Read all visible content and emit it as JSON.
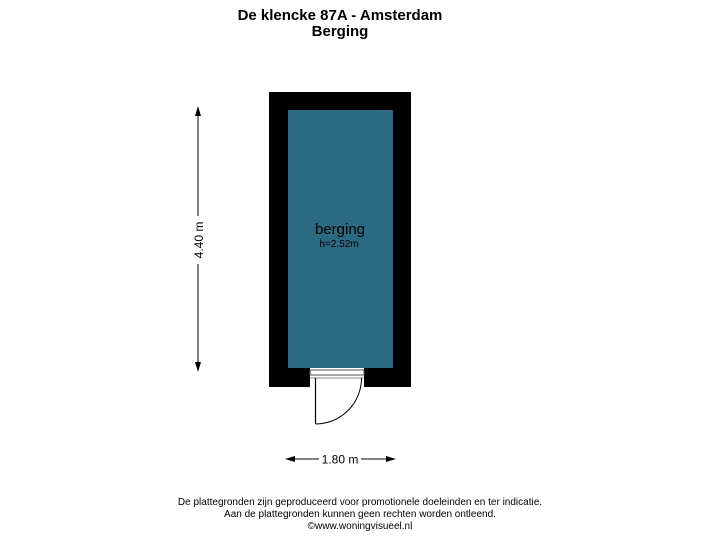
{
  "header": {
    "address": "De klencke 87A - Amsterdam",
    "floor": "Berging"
  },
  "room": {
    "name": "berging",
    "height": "h=2.52m",
    "fill_color": "#2b6a80"
  },
  "dimensions": {
    "vertical": "4.40 m",
    "horizontal": "1.80 m"
  },
  "footer": {
    "line1": "De plattegronden zijn geproduceerd voor promotionele doeleinden en ter indicatie.",
    "line2": "Aan de plattegronden kunnen geen rechten worden ontleend.",
    "line3": "©www.woningvisueel.nl"
  }
}
